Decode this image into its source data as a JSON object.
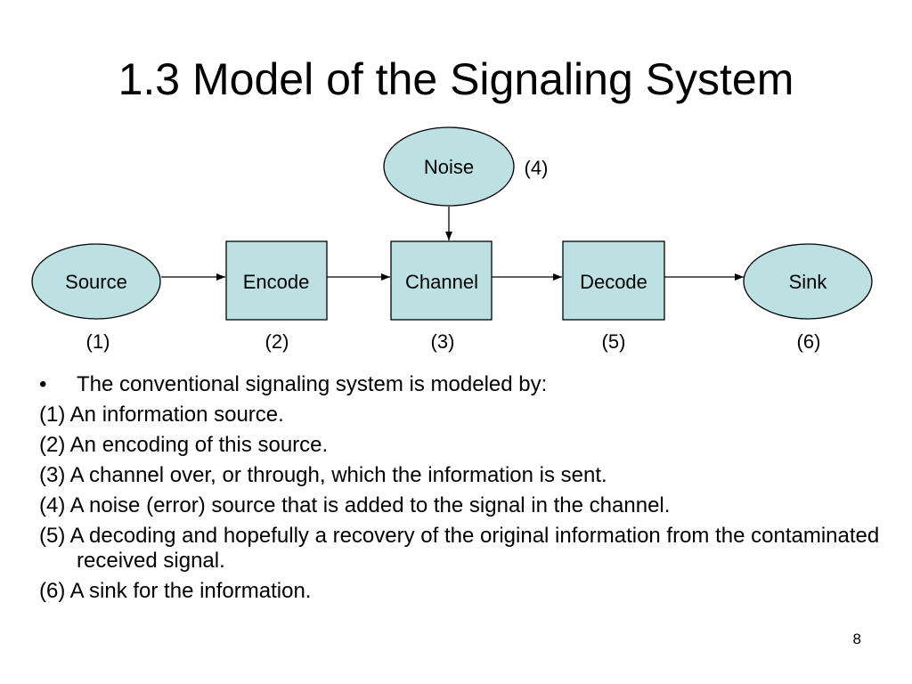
{
  "slide": {
    "title": "1.3 Model of the Signaling System",
    "page_number": "8"
  },
  "diagram": {
    "nodes": {
      "noise": {
        "label": "Noise",
        "number": "(4)",
        "shape": "ellipse"
      },
      "source": {
        "label": "Source",
        "number": "(1)",
        "shape": "ellipse"
      },
      "encode": {
        "label": "Encode",
        "number": "(2)",
        "shape": "box"
      },
      "channel": {
        "label": "Channel",
        "number": "(3)",
        "shape": "box"
      },
      "decode": {
        "label": "Decode",
        "number": "(5)",
        "shape": "box"
      },
      "sink": {
        "label": "Sink",
        "number": "(6)",
        "shape": "ellipse"
      }
    },
    "edges": [
      {
        "from": "source",
        "to": "encode"
      },
      {
        "from": "encode",
        "to": "channel"
      },
      {
        "from": "noise",
        "to": "channel"
      },
      {
        "from": "channel",
        "to": "decode"
      },
      {
        "from": "decode",
        "to": "sink"
      }
    ],
    "fill_color": "#bde0e3"
  },
  "bullets": {
    "bullet_char": "•",
    "intro": "The conventional signaling system is modeled by:",
    "items": [
      "(1) An information source.",
      "(2) An encoding of this source.",
      "(3) A channel over, or through, which the information is sent.",
      "(4) A noise (error) source that is added to the signal in the channel.",
      "(5) A decoding and hopefully a recovery of the original information from the contaminated received signal.",
      "(6) A sink for the information."
    ]
  }
}
